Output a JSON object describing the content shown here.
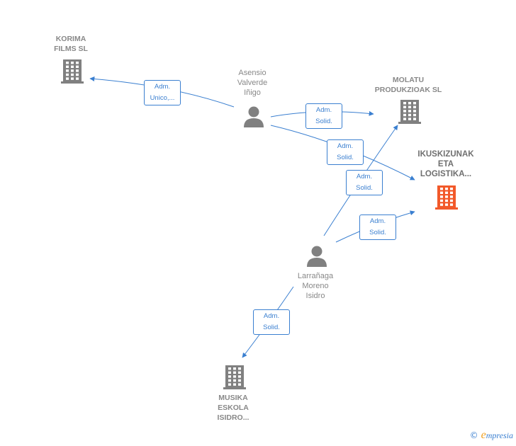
{
  "nodes": {
    "korima": {
      "label": "KORIMA\nFILMS  SL",
      "kind": "company",
      "color": "#808080"
    },
    "molatu": {
      "label": "MOLATU\nPRODUKZIOAK SL",
      "kind": "company",
      "color": "#808080"
    },
    "ikuskizunak": {
      "label": "IKUSKIZUNAK\nETA\nLOGISTIKA...",
      "kind": "company",
      "color": "#f2592a"
    },
    "musika": {
      "label": "MUSIKA\nESKOLA\nISIDRO...",
      "kind": "company",
      "color": "#808080"
    },
    "asensio": {
      "label": "Asensio\nValverde\nIñigo",
      "kind": "person",
      "color": "#808080"
    },
    "larranaga": {
      "label": "Larrañaga\nMoreno\nIsidro",
      "kind": "person",
      "color": "#808080"
    }
  },
  "edges": [
    {
      "from": "asensio",
      "to": "korima",
      "label": "Adm.\nUnico,..."
    },
    {
      "from": "asensio",
      "to": "molatu",
      "label": "Adm.\nSolid."
    },
    {
      "from": "asensio",
      "to": "ikuskizunak",
      "label": "Adm.\nSolid."
    },
    {
      "from": "larranaga",
      "to": "molatu",
      "label": "Adm.\nSolid."
    },
    {
      "from": "larranaga",
      "to": "ikuskizunak",
      "label": "Adm.\nSolid."
    },
    {
      "from": "larranaga",
      "to": "musika",
      "label": "Adm.\nSolid."
    }
  ],
  "colors": {
    "edge": "#3a7fd0",
    "icon_gray": "#808080",
    "highlight": "#f2592a"
  },
  "icons": {
    "company": "building-icon",
    "person": "person-icon",
    "copyright": "copyright-icon"
  },
  "brand": {
    "copyright": "©",
    "name": "mpresia",
    "initial": "e"
  }
}
